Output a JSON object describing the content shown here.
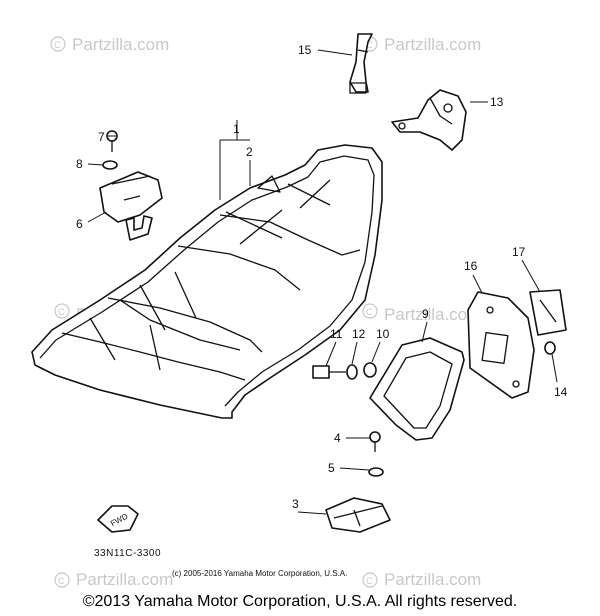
{
  "watermark": {
    "text": "Partzilla.com"
  },
  "labels": {
    "l1": "1",
    "l2": "2",
    "l3": "3",
    "l4": "4",
    "l5": "5",
    "l6": "6",
    "l7": "7",
    "l8": "8",
    "l9": "9",
    "l10": "10",
    "l11": "11",
    "l12": "12",
    "l13": "13",
    "l14": "14",
    "l15": "15",
    "l16": "16",
    "l17": "17"
  },
  "fwd_marker": "FWD",
  "diagram_code": "33N11C-3300",
  "small_copyright": "(c) 2005-2016 Yamaha Motor Corporation, U.S.A.",
  "footer_copyright": "©2013 Yamaha Motor Corporation, U.S.A. All rights reserved."
}
